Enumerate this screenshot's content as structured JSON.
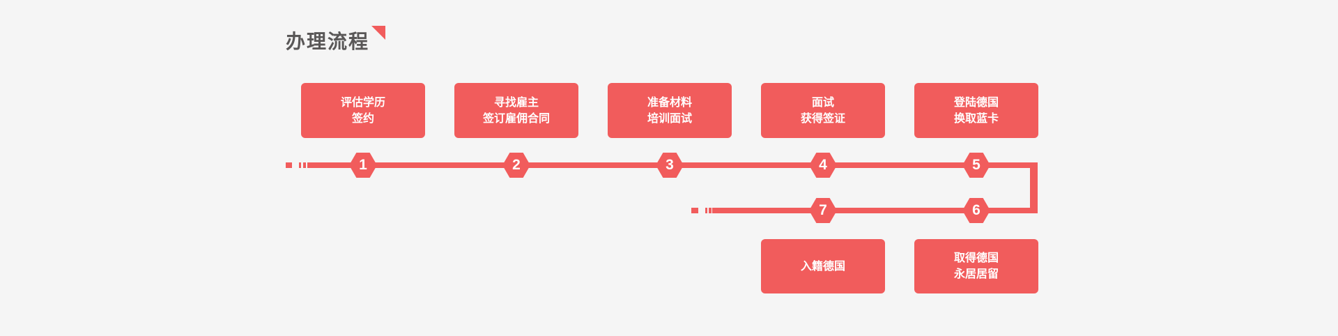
{
  "page": {
    "background_color": "#f5f5f5",
    "accent_color": "#f15c5c",
    "title_color": "#595757"
  },
  "header": {
    "title": "办理流程"
  },
  "steps": [
    {
      "number": "1",
      "line1": "评估学历",
      "line2": "签约"
    },
    {
      "number": "2",
      "line1": "寻找雇主",
      "line2": "签订雇佣合同"
    },
    {
      "number": "3",
      "line1": "准备材料",
      "line2": "培训面试"
    },
    {
      "number": "4",
      "line1": "面试",
      "line2": "获得签证"
    },
    {
      "number": "5",
      "line1": "登陆德国",
      "line2": "换取蓝卡"
    },
    {
      "number": "6",
      "line1": "取得德国",
      "line2": "永居居留"
    },
    {
      "number": "7",
      "line1": "入籍德国",
      "line2": ""
    }
  ]
}
